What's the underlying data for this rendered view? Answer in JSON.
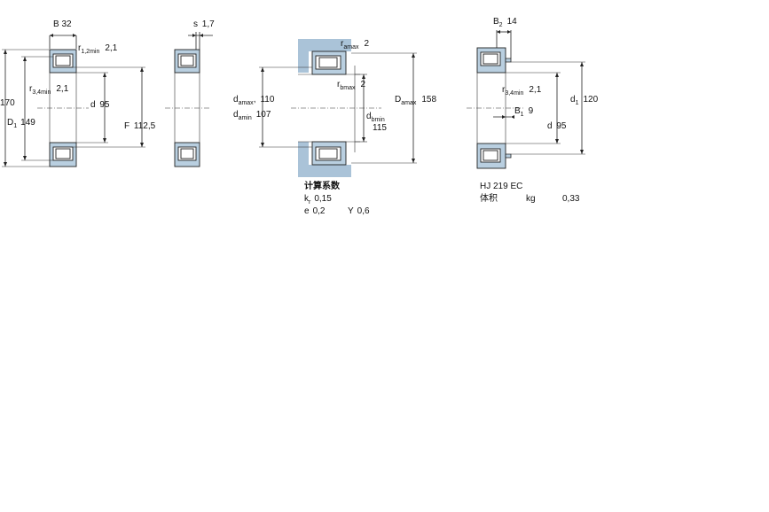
{
  "view1": {
    "B": {
      "sym": "B",
      "val": "32"
    },
    "r12": {
      "sym": "r",
      "sub": "1,2min",
      "val": "2,1"
    },
    "D": {
      "sym": "",
      "val": "170"
    },
    "r34": {
      "sym": "r",
      "sub": "3,4min",
      "val": "2,1"
    },
    "d": {
      "sym": "d",
      "val": "95"
    },
    "D1": {
      "sym": "D",
      "sub": "1",
      "val": "149"
    },
    "F": {
      "sym": "F",
      "val": "112,5"
    }
  },
  "view2": {
    "s": {
      "sym": "s",
      "val": "1,7"
    }
  },
  "view3": {
    "ra": {
      "sym": "r",
      "sub": "amax",
      "val": "2"
    },
    "damax": {
      "sym": "d",
      "sub": "amax",
      "val": "110"
    },
    "damin": {
      "sym": "d",
      "sub": "amin",
      "val": "107"
    },
    "rb": {
      "sym": "r",
      "sub": "bmax",
      "val": "2"
    },
    "Da": {
      "sym": "D",
      "sub": "amax",
      "val": "158"
    },
    "db": {
      "sym": "d",
      "sub": "bmin",
      "val": "115"
    },
    "calc_title": "计算系数",
    "kr": {
      "sym": "k",
      "sub": "r",
      "val": "0,15"
    },
    "e": {
      "sym": "e",
      "val": "0,2"
    },
    "Y": {
      "sym": "Y",
      "val": "0,6"
    }
  },
  "view4": {
    "B2": {
      "sym": "B",
      "sub": "2",
      "val": "14"
    },
    "r34": {
      "sym": "r",
      "sub": "3,4min",
      "val": "2,1"
    },
    "d1": {
      "sym": "d",
      "sub": "1",
      "val": "120"
    },
    "B1": {
      "sym": "B",
      "sub": "1",
      "val": "9"
    },
    "d": {
      "sym": "d",
      "val": "95"
    },
    "ring_name": "HJ 219 EC",
    "mass_label": "体积",
    "mass_unit": "kg",
    "mass_val": "0,33"
  }
}
